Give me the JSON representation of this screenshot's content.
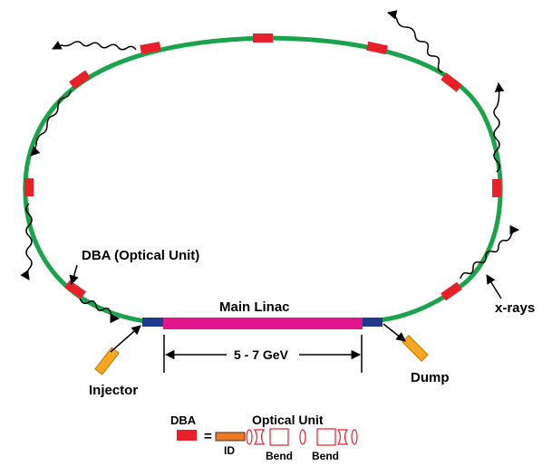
{
  "labels": {
    "dba_unit": "DBA (Optical Unit)",
    "main_linac": "Main Linac",
    "energy": "5 - 7 GeV",
    "injector": "Injector",
    "dump": "Dump",
    "xrays": "x-rays"
  },
  "legend": {
    "dba": "DBA",
    "equals": "=",
    "title": "Optical Unit",
    "id": "ID",
    "bend1": "Bend",
    "bend2": "Bend"
  },
  "colors": {
    "ring": "#1aa34a",
    "dba_magnet": "#e8202a",
    "linac": "#e0158c",
    "connector": "#1f3a8c",
    "injector_dump": "#f5a623",
    "id_fill": "#f07820",
    "optics_outline": "#e8202a",
    "text": "#000000"
  }
}
